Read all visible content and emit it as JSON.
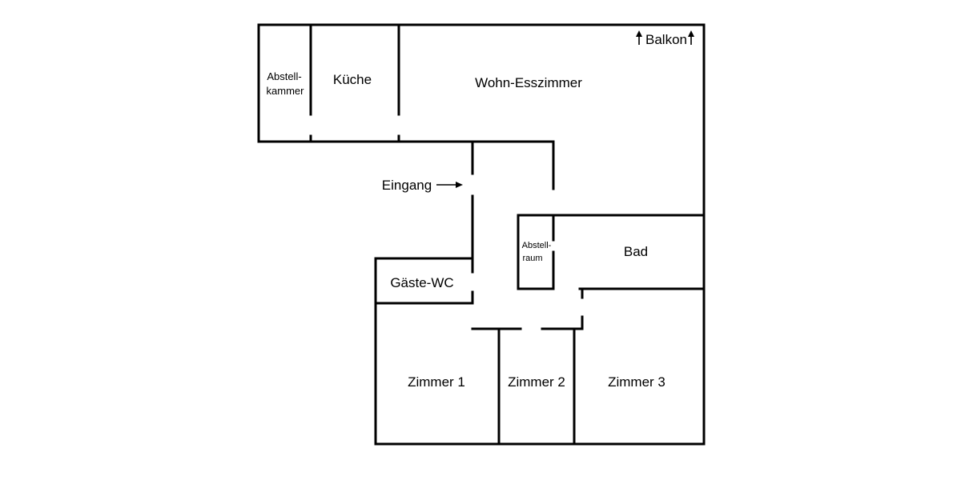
{
  "rooms": {
    "abstellkammer": {
      "line1": "Abstell-",
      "line2": "kammer"
    },
    "kueche": "Küche",
    "wohn_esszimmer": "Wohn-Esszimmer",
    "balkon": "Balkon",
    "eingang": "Eingang",
    "abstellraum": {
      "line1": "Abstell-",
      "line2": "raum"
    },
    "bad": "Bad",
    "gaeste_wc": "Gäste-WC",
    "zimmer_1": "Zimmer 1",
    "zimmer_2": "Zimmer 2",
    "zimmer_3": "Zimmer 3"
  }
}
